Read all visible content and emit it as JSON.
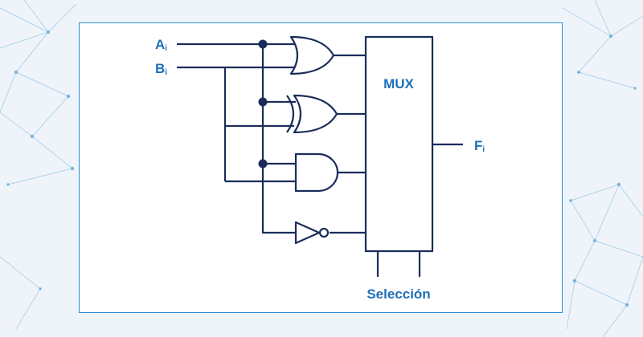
{
  "inputs": [
    {
      "main": "A",
      "sub": "i"
    },
    {
      "main": "B",
      "sub": "i"
    }
  ],
  "output": {
    "main": "F",
    "sub": "i"
  },
  "mux_label": "MUX",
  "select_label": "Selección",
  "colors": {
    "wire": "#1a2d5a",
    "label": "#1f6fb8",
    "frame": "#2a8fd6"
  }
}
